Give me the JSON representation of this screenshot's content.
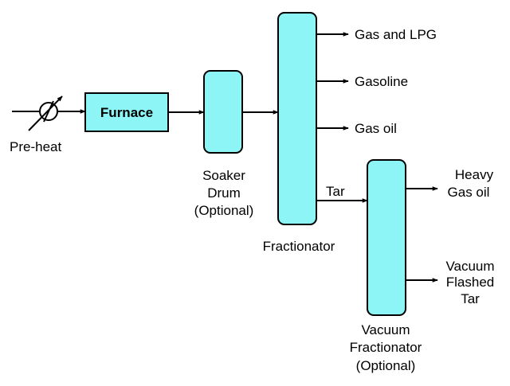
{
  "colors": {
    "vessel_fill": "#8DF5F5",
    "line": "#000000",
    "background": "#FFFFFF"
  },
  "icons": {
    "preheat": "heat-exchanger-icon"
  },
  "labels": {
    "preheat": "Pre-heat",
    "furnace": "Furnace",
    "soaker": [
      "Soaker",
      "Drum",
      "(Optional)"
    ],
    "fractionator": "Fractionator",
    "gas_lpg": "Gas and LPG",
    "gasoline": "Gasoline",
    "gas_oil": "Gas oil",
    "tar": "Tar",
    "heavy_gas_oil": [
      "Heavy",
      "Gas oil"
    ],
    "vacuum_flashed_tar": [
      "Vacuum",
      "Flashed",
      "Tar"
    ],
    "vacuum_fractionator": [
      "Vacuum",
      "Fractionator",
      "(Optional)"
    ]
  }
}
